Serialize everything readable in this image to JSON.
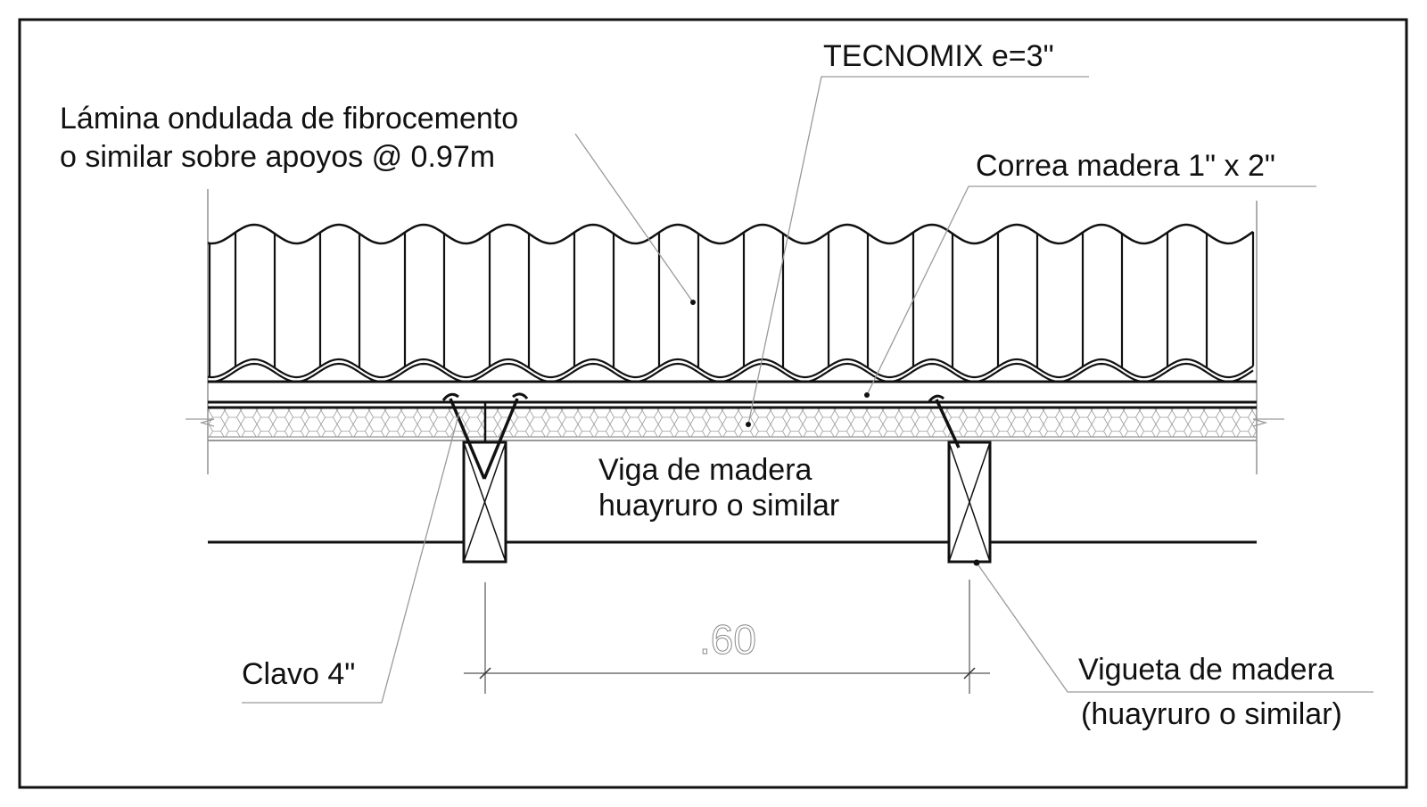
{
  "labels": {
    "lamina_line1": "Lámina ondulada de fibrocemento",
    "lamina_line2": "o similar sobre apoyos @ 0.97m",
    "tecnomix": "TECNOMIX e=3\"",
    "correa": "Correa madera 1\" x 2\"",
    "viga_line1": "Viga de madera",
    "viga_line2": "huayruro o similar",
    "clavo": "Clavo 4\"",
    "vigueta_line1": "Vigueta de madera",
    "vigueta_line2": "(huayruro o similar)"
  },
  "dimension": {
    "value": ".60"
  }
}
